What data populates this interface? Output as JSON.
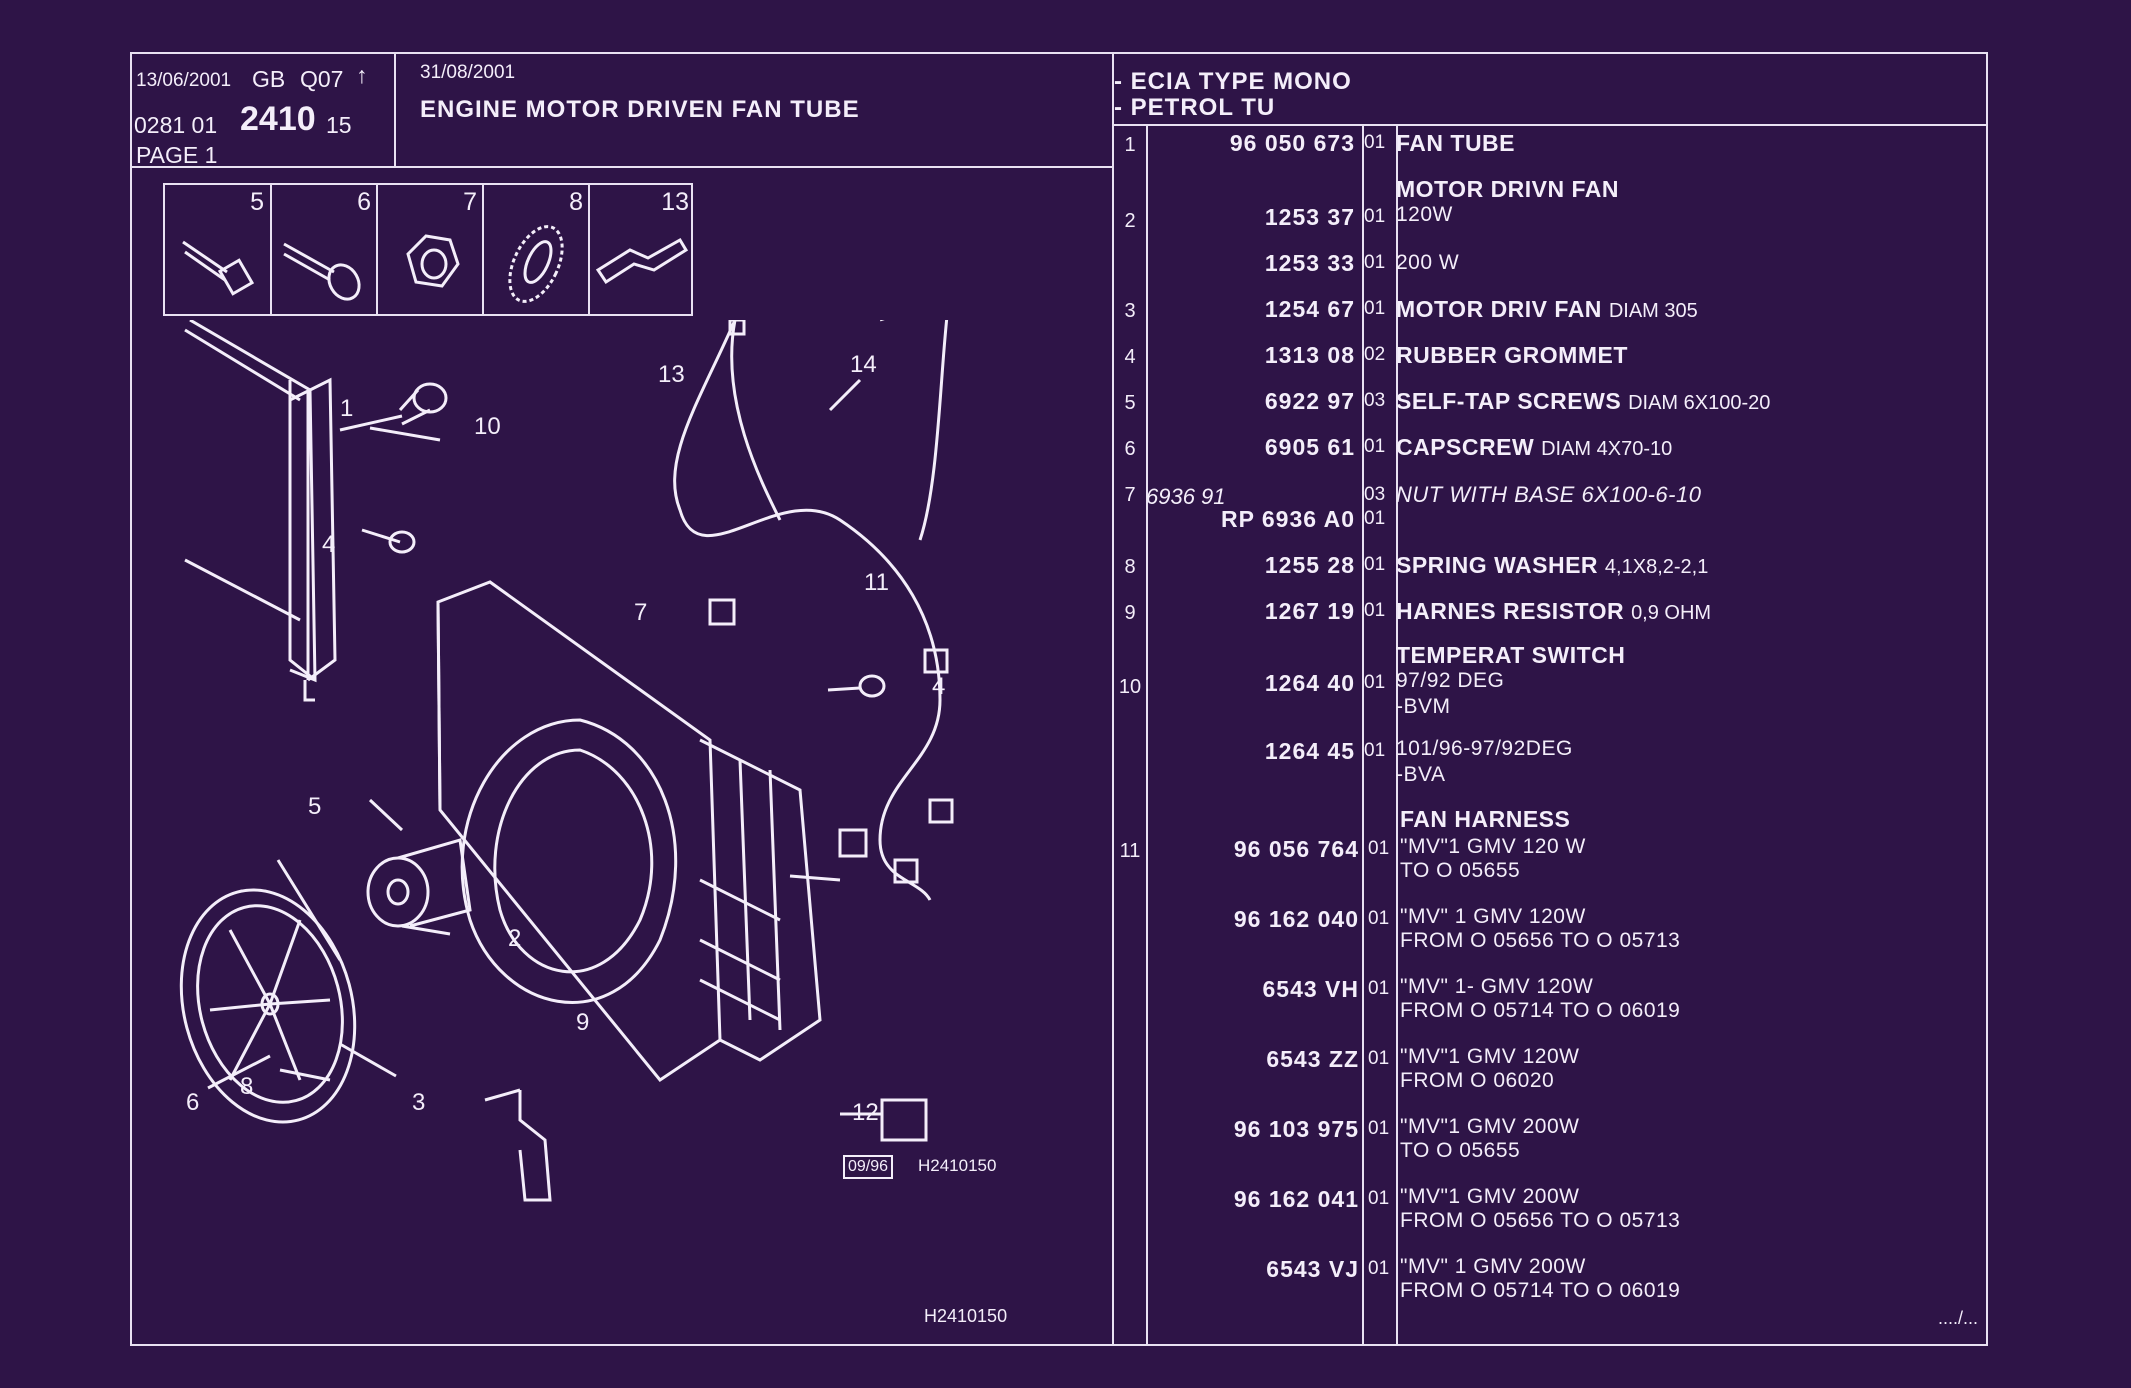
{
  "header": {
    "date_left": "13/06/2001",
    "lang": "GB",
    "code": "Q07",
    "ref_prefix": "0281  01",
    "ref_main": "2410",
    "ref_suffix": "15",
    "page_label": "PAGE  1",
    "date_right": "31/08/2001",
    "title": "ENGINE MOTOR DRIVEN FAN TUBE",
    "app_line1": "- ECIA TYPE MONO",
    "app_line2": "- PETROL TU"
  },
  "thumbnails": [
    "5",
    "6",
    "7",
    "8",
    "13"
  ],
  "diagram": {
    "callouts": [
      "1",
      "2",
      "3",
      "4",
      "4",
      "5",
      "6",
      "7",
      "8",
      "9",
      "10",
      "11",
      "12",
      "13",
      "14"
    ],
    "stamp_date": "09/96",
    "stamp_ref": "H2410150",
    "footer_ref": "H2410150"
  },
  "parts": [
    {
      "ref": "1",
      "pn": "96 050 673",
      "qty": "01",
      "desc": "FAN TUBE"
    },
    {
      "ref": "",
      "pn": "",
      "qty": "",
      "desc": "MOTOR DRIVN FAN"
    },
    {
      "ref": "2",
      "pn": "1253 37",
      "qty": "01",
      "desc": "",
      "sub": "120W"
    },
    {
      "ref": "",
      "pn": "1253 33",
      "qty": "01",
      "desc": "",
      "sub": "200 W"
    },
    {
      "ref": "3",
      "pn": "1254 67",
      "qty": "01",
      "desc": "MOTOR DRIV FAN",
      "dim": "DIAM 305"
    },
    {
      "ref": "4",
      "pn": "1313 08",
      "qty": "02",
      "desc": "RUBBER GROMMET"
    },
    {
      "ref": "5",
      "pn": "6922 97",
      "qty": "03",
      "desc": "SELF-TAP SCREWS",
      "dim": "DIAM 6X100-20"
    },
    {
      "ref": "6",
      "pn": "6905 61",
      "qty": "01",
      "desc": "CAPSCREW",
      "dim": "DIAM 4X70-10"
    },
    {
      "ref": "7",
      "pn_alt": "6936 91",
      "qty": "03",
      "desc": "NUT WITH BASE 6X100-6-10"
    },
    {
      "ref": "",
      "pn": "RP  6936 A0",
      "qty": "01",
      "desc": ""
    },
    {
      "ref": "8",
      "pn": "1255 28",
      "qty": "01",
      "desc": "SPRING WASHER",
      "dim": "4,1X8,2-2,1"
    },
    {
      "ref": "9",
      "pn": "1267 19",
      "qty": "01",
      "desc": "HARNES RESISTOR",
      "dim": "0,9 OHM"
    },
    {
      "ref": "",
      "pn": "",
      "qty": "",
      "desc": "TEMPERAT SWITCH"
    },
    {
      "ref": "10",
      "pn": "1264 40",
      "qty": "01",
      "sub": "97/92 DEG",
      "sub2": "-BVM"
    },
    {
      "ref": "",
      "pn": "1264 45",
      "qty": "01",
      "sub": "101/96-97/92DEG",
      "sub2": "-BVA"
    },
    {
      "ref": "",
      "pn": "",
      "qty": "",
      "desc": "FAN HARNESS"
    },
    {
      "ref": "11",
      "pn": "96 056 764",
      "qty": "01",
      "sub": "\"MV\"1 GMV 120 W",
      "sub2": "TO  O  05655"
    },
    {
      "ref": "",
      "pn": "96 162 040",
      "qty": "01",
      "sub": "\"MV\" 1 GMV 120W",
      "sub2": "FROM  O  05656  TO  O  05713"
    },
    {
      "ref": "",
      "pn": "6543 VH",
      "qty": "01",
      "sub": "\"MV\"  1- GMV 120W",
      "sub2": "FROM  O  05714  TO  O  06019"
    },
    {
      "ref": "",
      "pn": "6543 ZZ",
      "qty": "01",
      "sub": "\"MV\"1 GMV 120W",
      "sub2": "FROM  O  06020"
    },
    {
      "ref": "",
      "pn": "96 103 975",
      "qty": "01",
      "sub": "\"MV\"1 GMV 200W",
      "sub2": "TO  O  05655"
    },
    {
      "ref": "",
      "pn": "96 162 041",
      "qty": "01",
      "sub": "\"MV\"1 GMV 200W",
      "sub2": "FROM  O  05656  TO  O  05713"
    },
    {
      "ref": "",
      "pn": "6543 VJ",
      "qty": "01",
      "sub": "\"MV\" 1 GMV 200W",
      "sub2": "FROM  O  05714  TO  O  06019"
    }
  ],
  "continuation": "..../..."
}
